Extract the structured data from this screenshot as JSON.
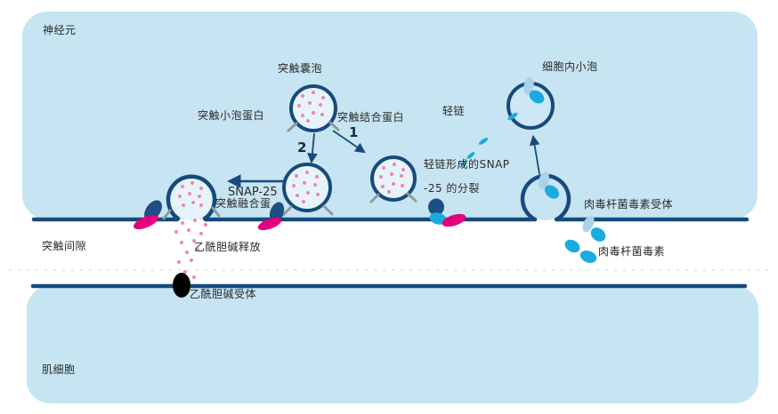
{
  "regions": {
    "neuron": "神经元",
    "synaptic_cleft": "突触间隙",
    "muscle_cell": "肌细胞"
  },
  "labels": {
    "synaptic_vesicle": "突触囊泡",
    "synaptobrevin": "突触小泡蛋白",
    "synaptotagmin": "突触结合蛋白",
    "light_chain": "轻链",
    "intracellular_vesicle": "细胞内小泡",
    "snap_cleavage_line1": "轻链形成的SNAP",
    "snap_cleavage_line2": "-25 的分裂",
    "snap25": "SNAP-25",
    "syntaxin": "突触融合蛋",
    "botulinum_receptor": "肉毒杆菌毒素受体",
    "ach_release": "乙酰胆碱释放",
    "botulinum_toxin": "肉毒杆菌毒素",
    "ach_receptor": "乙酰胆碱受体",
    "step1": "1",
    "step2": "2"
  },
  "colors": {
    "panel_blue": "#c7e4f2",
    "membrane_navy": "#164a7c",
    "vesicle_fill": "#e7f3fa",
    "acetylcholine_pink": "#ef85b5",
    "snare_magenta": "#e5007d",
    "toxin_blue": "#1aabe0",
    "toxin_light_blue": "#a9d3ea",
    "anchor_gray": "#8d9aa3",
    "receptor_black": "#000000",
    "text": "#2b2a29"
  }
}
